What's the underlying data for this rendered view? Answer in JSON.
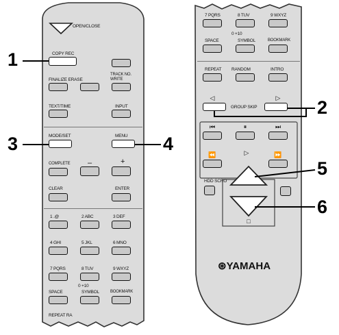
{
  "callouts": [
    "1",
    "2",
    "3",
    "4",
    "5",
    "6"
  ],
  "left_remote": {
    "open_close": "OPEN/CLOSE",
    "copy_rec": "COPY REC",
    "finalize_erase": "FINALIZE ERASE",
    "track_no_write": "TRACK NO. WRITE",
    "text_time": "TEXT/TIME",
    "input": "INPUT",
    "mode_set": "MODE/SET",
    "menu": "MENU",
    "complete": "COMPLETE",
    "minus": "–",
    "plus": "+",
    "clear": "CLEAR",
    "enter": "ENTER",
    "keys": [
      "1 .@",
      "2 ABC",
      "3 DEF",
      "4 GHI",
      "5 JKL",
      "6 MNO",
      "7 PQRS",
      "8 TUV",
      "9 WXYZ"
    ],
    "zero_plus10": "0 +10",
    "space": "SPACE",
    "symbol": "SYMBOL",
    "bookmark": "BOOKMARK",
    "repeat_partial": "REPEAT RA"
  },
  "right_remote": {
    "keys_top": [
      "7 PQRS",
      "8 TUV",
      "9 WXYZ"
    ],
    "zero_plus10": "0 +10",
    "space": "SPACE",
    "symbol": "SYMBOL",
    "bookmark": "BOOKMARK",
    "repeat": "REPEAT",
    "random": "RANDOM",
    "intro": "INTRO",
    "group_skip": "GROUP SKIP",
    "group_prev_icon": "◁",
    "group_next_icon": "▷",
    "skip_back_icon": "⏮",
    "pause_icon": "⏸",
    "skip_fwd_icon": "⏭",
    "rewind_icon": "⏪",
    "play_icon": "▷",
    "ffwd_icon": "⏩",
    "stop_icon": "□",
    "hdd_scroll": "HDD SCRO",
    "brand": "YAMAHA",
    "brand_logo": "⊛"
  }
}
